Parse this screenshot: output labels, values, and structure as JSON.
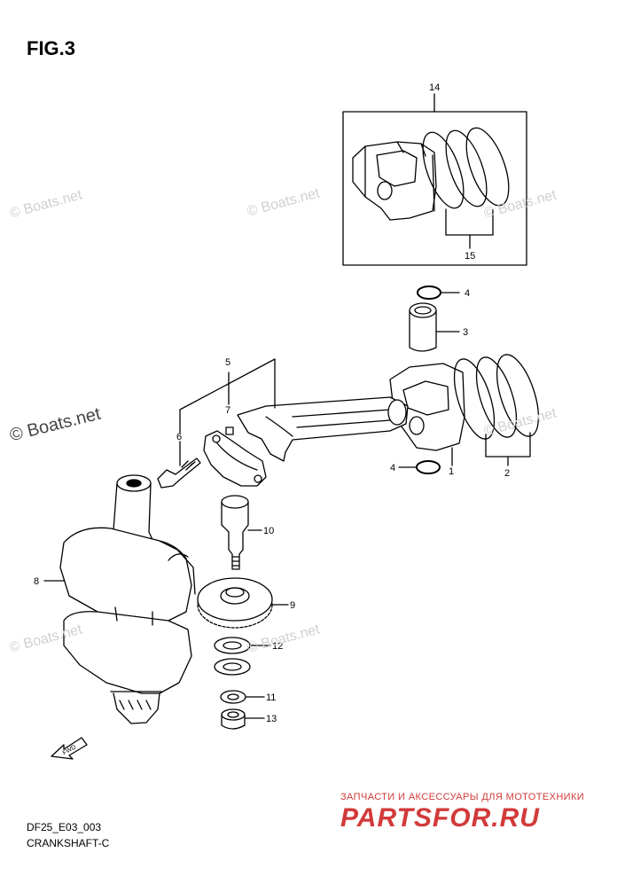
{
  "figure": {
    "title": "FIG.3",
    "code": "DF25_E03_003",
    "caption": "CRANKSHAFT-C"
  },
  "watermarks": [
    "© Boats.net",
    "© Boats.net",
    "© Boats.net",
    "© Boats.net",
    "© Boats.net",
    "© Boats.net",
    "© Boats.net"
  ],
  "callouts": {
    "c1": "1",
    "c2": "2",
    "c3": "3",
    "c4a": "4",
    "c4b": "4",
    "c5": "5",
    "c6": "6",
    "c7": "7",
    "c8": "8",
    "c9": "9",
    "c10": "10",
    "c11": "11",
    "c12": "12",
    "c13": "13",
    "c14": "14",
    "c15": "15"
  },
  "badge": {
    "fwd": "FWD"
  },
  "advert": {
    "tagline": "ЗАПЧАСТИ И АКСЕССУАРЫ ДЛЯ МОТОТЕХНИКИ",
    "brand": "PARTSFOR.RU",
    "color": "#d23a3a"
  }
}
